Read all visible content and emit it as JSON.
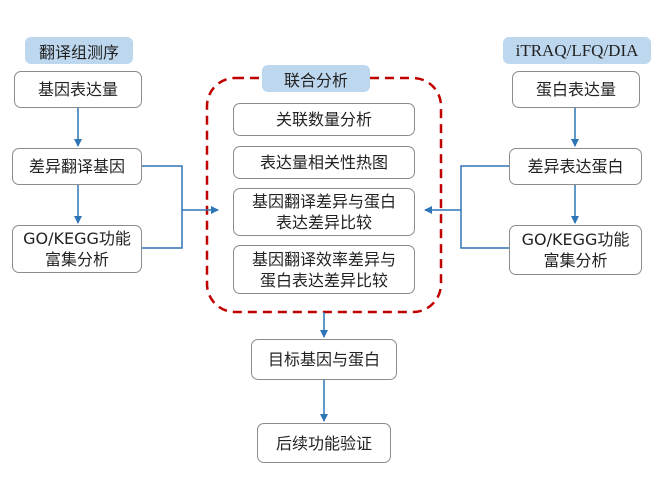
{
  "diagram": {
    "left": {
      "header": "翻译组测序",
      "step1": "基因表达量",
      "step2": "差异翻译基因",
      "step3": "GO/KEGG功能\n富集分析"
    },
    "center": {
      "header": "联合分析",
      "items": [
        "关联数量分析",
        "表达量相关性热图",
        "基因翻译差异与蛋白\n表达差异比较",
        "基因翻译效率差异与\n蛋白表达差异比较"
      ],
      "result": "目标基因与蛋白",
      "final": "后续功能验证"
    },
    "right": {
      "header": "iTRAQ/LFQ/DIA",
      "step1": "蛋白表达量",
      "step2": "差异表达蛋白",
      "step3": "GO/KEGG功能\n富集分析"
    },
    "colors": {
      "arrow": "#2e75b6",
      "dashed_border": "#c00000",
      "header_fill": "#bdd7ee",
      "box_border": "#8c8c8c"
    }
  }
}
